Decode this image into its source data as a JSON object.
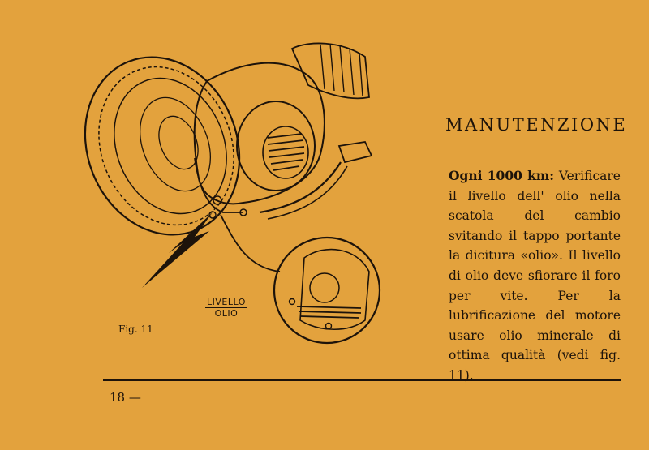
{
  "page": {
    "title": "MANUTENZIONE",
    "paragraph_lead": "Ogni 1000 km:",
    "paragraph_body": "Verificare il livello dell' olio nella scatola del cambio svitando il tappo portante la dicitura «olio». Il livello di olio deve sfiorare il foro per vite. Per la lubrificazione del motore usare olio minerale di ottima qualità (vedi fig. 11).",
    "figure_caption": "Fig. 11",
    "callout_line1": "LIVELLO",
    "callout_line2": "OLIO",
    "page_number": "18 —"
  },
  "colors": {
    "background": "#E3A23D",
    "ink": "#1d130a"
  },
  "icons": {
    "illustration": "scooter-engine-wheel-drawing",
    "pointer": "arrow-icon"
  }
}
